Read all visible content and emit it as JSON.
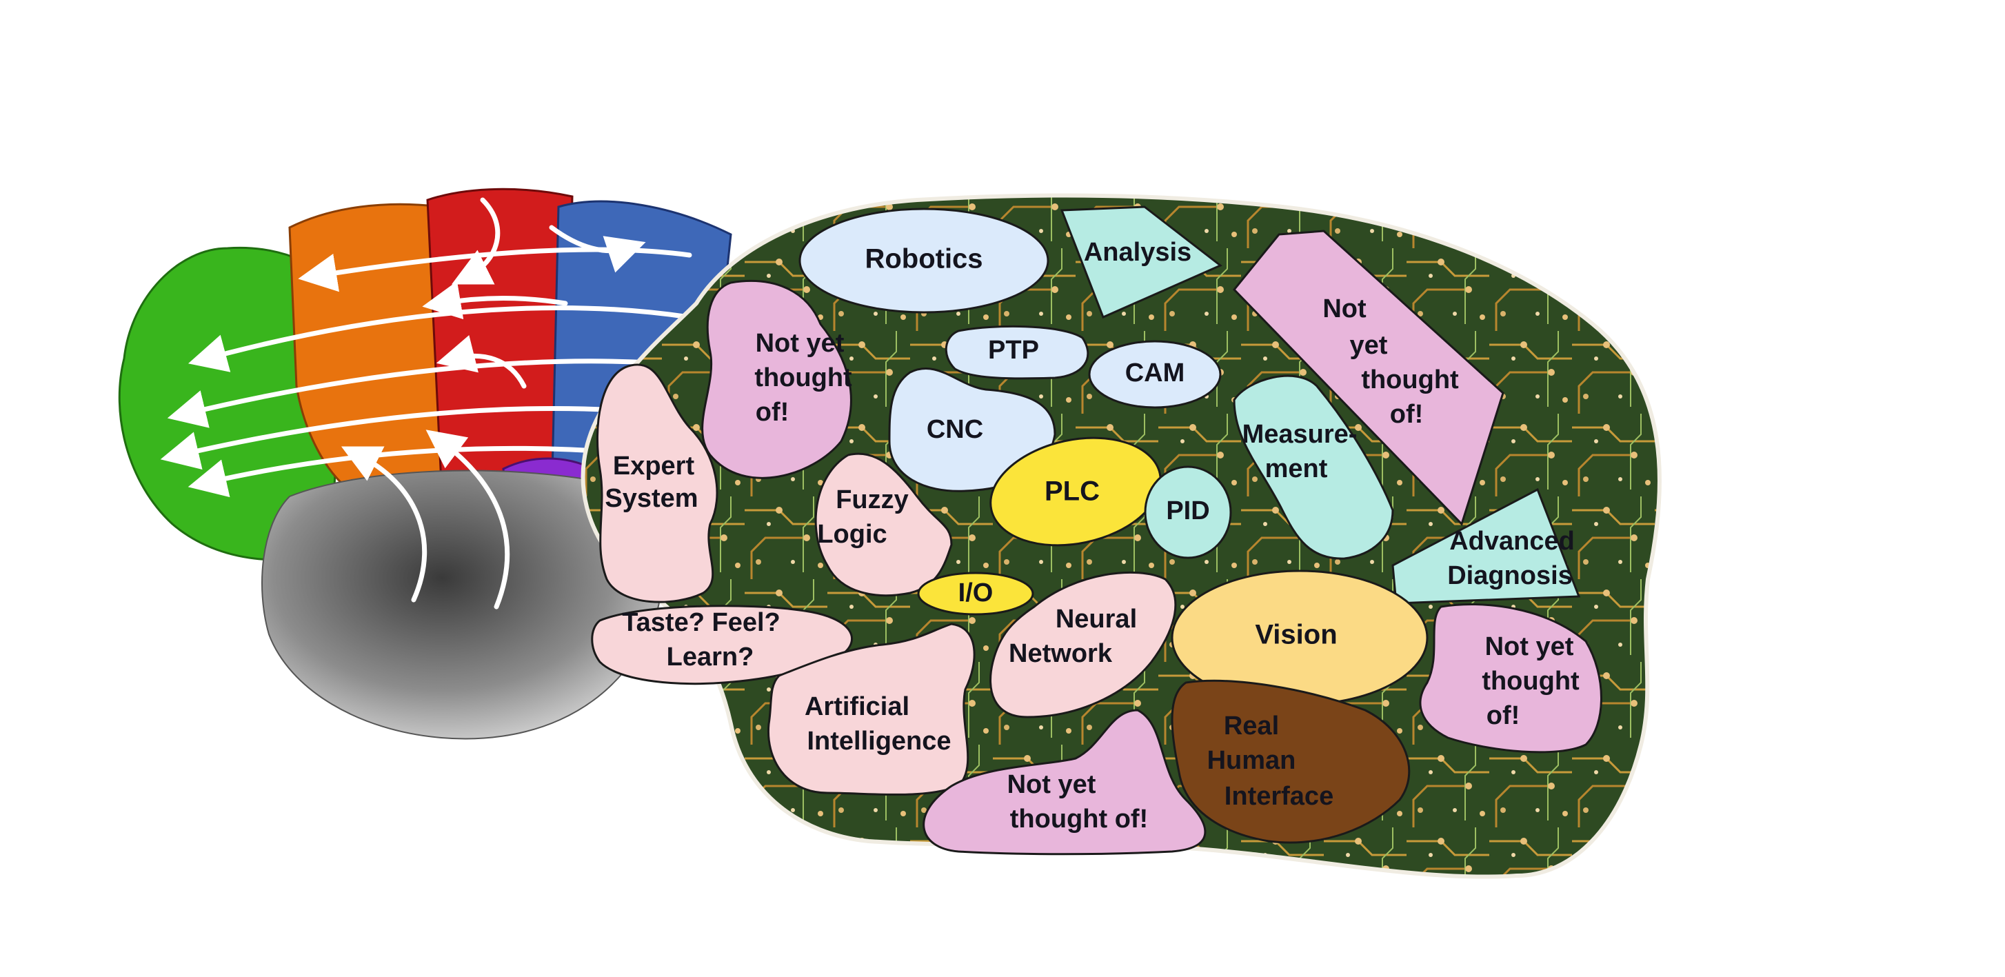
{
  "colors": {
    "robotics": "#dbeafb",
    "pink": "#e8b6db",
    "light_pink": "#f8d6d9",
    "teal": "#b6ebe3",
    "yellow": "#fbe43a",
    "orange": "#fbda85",
    "brown": "#7a4418",
    "pcb": "#2e4a22",
    "brain_green": "#39b51d",
    "brain_orange": "#e8730e",
    "brain_red": "#d21c1c",
    "brain_blue": "#3e68b8",
    "brain_purple": "#8a2bd0",
    "brain_grey": "#9a9a9a"
  },
  "regions": {
    "robotics": "Robotics",
    "analysis": "Analysis",
    "not_yet_1": [
      "Not yet",
      "thought",
      "of!"
    ],
    "not_yet_2": [
      "Not",
      "yet",
      "thought",
      "of!"
    ],
    "ptp": "PTP",
    "cam": "CAM",
    "cnc": "CNC",
    "expert_system": [
      "Expert",
      "System"
    ],
    "measurement": [
      "Measure-",
      "ment"
    ],
    "plc": "PLC",
    "fuzzy_logic": [
      "Fuzzy",
      "Logic"
    ],
    "pid": "PID",
    "advanced_diagnosis": [
      "Advanced",
      "Diagnosis"
    ],
    "io": "I/O",
    "neural_network": [
      "Neural",
      "Network"
    ],
    "taste": [
      "Taste? Feel?",
      "Learn?"
    ],
    "vision": "Vision",
    "not_yet_3": [
      "Not yet",
      "thought",
      "of!"
    ],
    "artificial_intelligence": [
      "Artificial",
      "Intelligence"
    ],
    "real_human_interface": [
      "Real",
      "Human",
      "Interface"
    ],
    "not_yet_4": [
      "Not yet",
      "thought of!"
    ]
  }
}
